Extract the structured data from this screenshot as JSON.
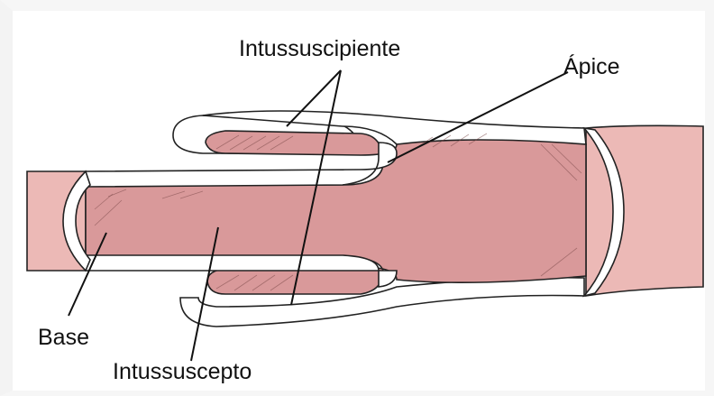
{
  "labels": {
    "intussuscipiente": "Intussuscipiente",
    "apice": "Ápice",
    "base": "Base",
    "intussuscepto": "Intussuscepto"
  },
  "colors": {
    "bowel_outer": "#ecb9b6",
    "bowel_inner": "#d9999a",
    "wall": "#ffffff",
    "outline": "#222222",
    "hatching": "#7a4848"
  }
}
